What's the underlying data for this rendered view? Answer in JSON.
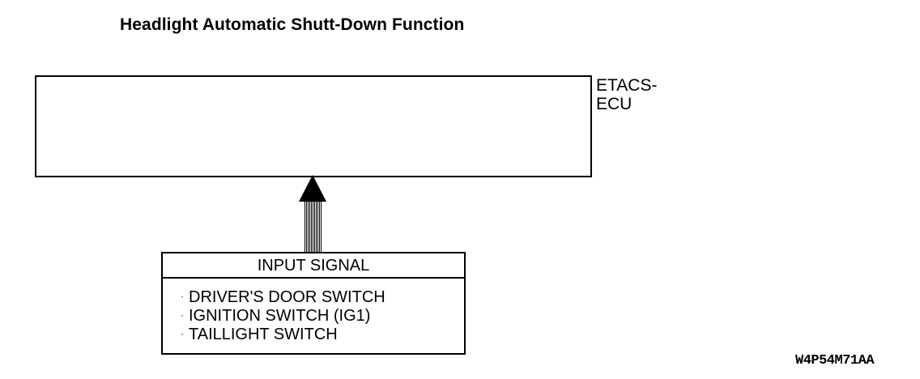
{
  "title": "Headlight Automatic Shutt-Down Function",
  "ecu": {
    "label_line1": "ETACS-",
    "label_line2": "ECU"
  },
  "input": {
    "header": "INPUT SIGNAL",
    "bullet": "·",
    "items": [
      "DRIVER'S DOOR SWITCH",
      "IGNITION SWITCH (IG1)",
      "TAILLIGHT SWITCH"
    ]
  },
  "figure_code": "W4P54M71AA"
}
